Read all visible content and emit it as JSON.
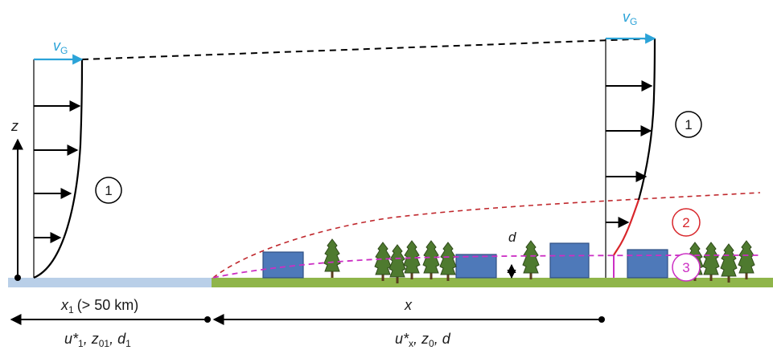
{
  "labels": {
    "vg_left": "v",
    "vg_right": "v",
    "vg_sub": "G",
    "z_axis": "z",
    "d_label": "d",
    "region1": "1",
    "region2": "2",
    "region3": "3",
    "x1_sym": "x",
    "x1_sub": "1",
    "x1_note": "(> 50 km)",
    "x_label": "x",
    "left_params": [
      "u*",
      "1",
      ", z",
      "01",
      ", d",
      "1"
    ],
    "right_params": [
      "u*",
      "x",
      ", z",
      "0",
      ", d"
    ]
  },
  "colors": {
    "water": "#b9cfe8",
    "grass": "#8fb54a",
    "building": "#4e79b9",
    "building_edge": "#2f4f84",
    "tree": "#4e7a2f",
    "ibl_dashed": "#c0282d",
    "profile_red": "#d8262b",
    "magenta": "#cc2fc4",
    "vg_arrow": "#2ba3d8",
    "black": "#000000"
  },
  "icons": [
    "building-icon",
    "tree-icon",
    "velocity-arrow-icon"
  ]
}
